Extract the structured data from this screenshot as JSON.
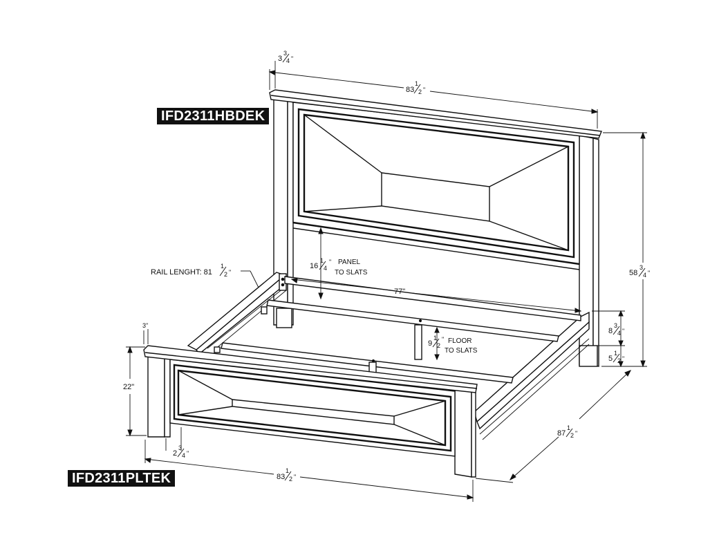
{
  "labels": {
    "headboard_code": "IFD2311HBDEK",
    "footboard_code": "IFD2311PLTEK",
    "rail_length_prefix": "RAIL LENGHT: 81",
    "panel_note_line1": "PANEL",
    "panel_note_line2": "TO SLATS",
    "floor_note_line1": "FLOOR",
    "floor_note_line2": "TO SLATS"
  },
  "dimensions": {
    "headboard_depth": {
      "whole": "3",
      "num": "3",
      "den": "4",
      "unit": "\""
    },
    "headboard_width": {
      "whole": "83",
      "num": "1",
      "den": "2",
      "unit": "\""
    },
    "total_height": {
      "whole": "58",
      "num": "3",
      "den": "4",
      "unit": "\""
    },
    "panel_to_slats": {
      "whole": "16",
      "num": "1",
      "den": "4",
      "unit": "\""
    },
    "rail_length": {
      "whole": "",
      "num": "1",
      "den": "2",
      "unit": "\""
    },
    "inner_width": {
      "text": "77\""
    },
    "rail_height": {
      "whole": "8",
      "num": "3",
      "den": "4",
      "unit": "\""
    },
    "leg_clearance": {
      "whole": "5",
      "num": "1",
      "den": "2",
      "unit": "\""
    },
    "floor_to_slats": {
      "whole": "9",
      "num": "1",
      "den": "2",
      "unit": "\""
    },
    "total_length": {
      "whole": "87",
      "num": "1",
      "den": "2",
      "unit": "\""
    },
    "footboard_height": {
      "text": "22\""
    },
    "footboard_depth": {
      "text": "3\""
    },
    "leg_width": {
      "whole": "2",
      "num": "3",
      "den": "4",
      "unit": "\""
    },
    "footboard_width": {
      "whole": "83",
      "num": "1",
      "den": "2",
      "unit": "\""
    }
  }
}
